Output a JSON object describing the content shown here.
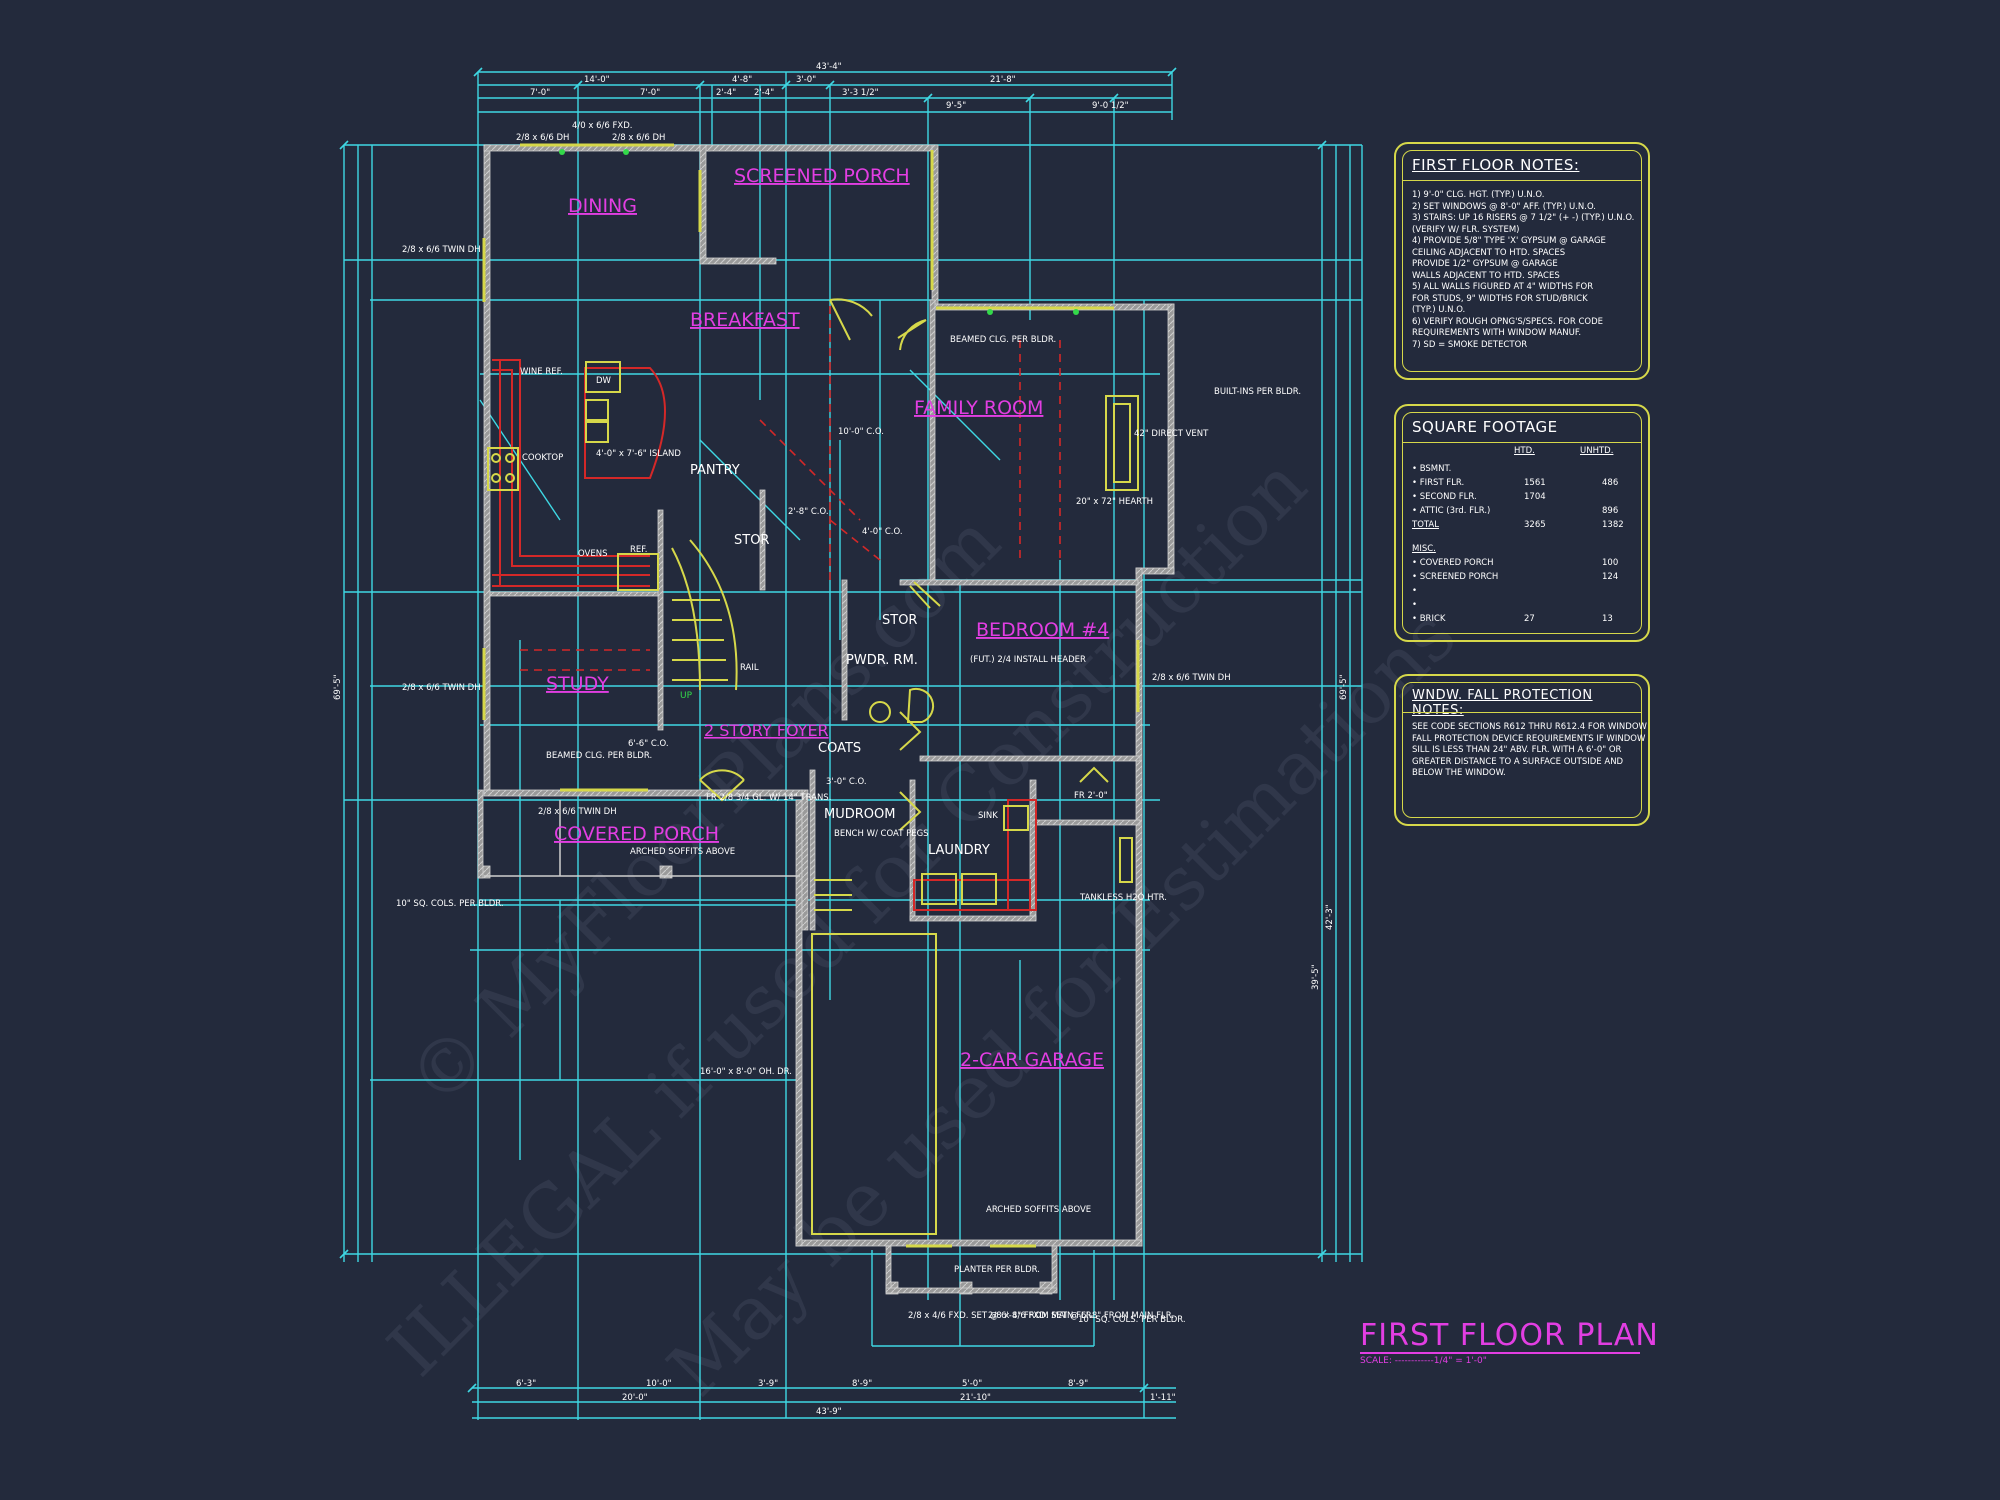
{
  "plan_title": "FIRST FLOOR PLAN",
  "scale_text": "SCALE: ------------1/4\" = 1'-0\"",
  "rooms": {
    "dining": "DINING",
    "screened_porch": "SCREENED PORCH",
    "breakfast": "BREAKFAST",
    "family_room": "FAMILY ROOM",
    "bedroom4": "BEDROOM #4",
    "study": "STUDY",
    "foyer": "2 STORY FOYER",
    "covered_porch": "COVERED PORCH",
    "mudroom": "MUDROOM",
    "laundry": "LAUNDRY",
    "garage": "2-CAR GARAGE",
    "pantry": "PANTRY",
    "stor1": "STOR",
    "stor2": "STOR",
    "pwdr": "PWDR. RM.",
    "coats": "COATS"
  },
  "labels": {
    "cooktop": "COOKTOP",
    "ovens": "OVENS",
    "ref": "REF.",
    "dw": "DW",
    "wine": "WINE REF.",
    "island": "4'-0\" x 7'-6\" ISLAND",
    "beamed_fam": "BEAMED CLG. PER BLDR.",
    "beamed_study": "BEAMED CLG. PER BLDR.",
    "builtins": "BUILT-INS PER BLDR.",
    "direct_vent": "42\" DIRECT VENT",
    "hearth": "20\" x 72\" HEARTH",
    "rail": "RAIL",
    "sink": "SINK",
    "tankless": "TANKLESS H2O HTR.",
    "bench": "BENCH W/ COAT PEGS",
    "arched1": "ARCHED SOFFITS ABOVE",
    "arched2": "ARCHED SOFFITS ABOVE",
    "planter": "PLANTER PER BLDR.",
    "cols1": "10\" SQ. COLS. PER BLDR.",
    "cols2": "10\" SQ. COLS. PER BLDR.",
    "garage_door": "16'-0\" x 8'-0\" OH. DR.",
    "twin_dh1": "2/8 x 6/6 TWIN DH",
    "twin_dh2": "2/8 x 6/6 TWIN DH",
    "twin_dh3": "2/8 x 6/6 TWIN DH",
    "twin_dh4": "2/8 x 6/6 TWIN DH",
    "fxd_top": "4/0 x 6/6 FXD.",
    "dh_top1": "2/8 x 6/6 DH",
    "dh_top2": "2/8 x 6/6 DH",
    "fxd_front1": "2/8 x 4/6 FXD. SET @ 6'-8\" FROM MAIN FLR.",
    "fxd_front2": "2/8 x 4/6 FXD. SET @ 6'-8\" FROM MAIN FLR.",
    "trans": "FR 2/8 3/4 GL. W/ 14\" TRANS.",
    "fut_install": "(FUT.) 2/4 INSTALL HEADER",
    "co1": "10'-0\" C.O.",
    "co2": "4'-0\" C.O.",
    "co3": "2'-8\" C.O.",
    "co4": "6'-6\" C.O.",
    "co5": "3'-0\" C.O.",
    "fr_door": "FR 2'-0\"",
    "up": "UP"
  },
  "dimensions": {
    "top_total": "43'-4\"",
    "top_a": "14'-0\"",
    "top_b": "4'-8\"",
    "top_c": "3'-0\"",
    "top_d": "21'-8\"",
    "top_e": "7'-0\"",
    "top_f": "7'-0\"",
    "top_g": "2'-4\"",
    "top_h": "2'-4\"",
    "top_i": "3'-3 1/2\"",
    "top_j": "9'-5\"",
    "top_k": "9'-0 1/2\"",
    "bottom_total": "43'-9\"",
    "bottom_a": "20'-0\"",
    "bottom_b": "21'-10\"",
    "bottom_c": "1'-11\"",
    "bottom_d": "6'-3\"",
    "bottom_e": "10'-0\"",
    "bottom_f": "3'-9\"",
    "bottom_g": "8'-9\"",
    "bottom_h": "5'-0\"",
    "bottom_i": "8'-9\"",
    "left_total": "69'-5\"",
    "right_total": "69'-5\"",
    "right_a": "39'-5\"",
    "right_b": "42'-3\""
  },
  "first_floor_notes": {
    "title": "FIRST FLOOR NOTES:",
    "lines": [
      "1) 9'-0\"  CLG. HGT. (TYP.) U.N.O.",
      "2) SET WINDOWS @ 8'-0\" AFF. (TYP.) U.N.O.",
      "3) STAIRS: UP 16 RISERS @ 7 1/2\" (+ -) (TYP.) U.N.O.",
      "    (VERIFY W/ FLR. SYSTEM)",
      "4) PROVIDE 5/8\" TYPE 'X' GYPSUM @ GARAGE",
      "    CEILING ADJACENT TO HTD. SPACES",
      "    PROVIDE 1/2\" GYPSUM @ GARAGE",
      "    WALLS ADJACENT TO HTD. SPACES",
      "5) ALL WALLS FIGURED AT 4\" WIDTHS FOR",
      "    FOR STUDS, 9\" WIDTHS FOR STUD/BRICK",
      "    (TYP.) U.N.O.",
      "6) VERIFY ROUGH OPNG'S/SPECS. FOR CODE",
      "    REQUIREMENTS WITH WINDOW MANUF.",
      "7) SD = SMOKE DETECTOR"
    ]
  },
  "square_footage": {
    "title": "SQUARE FOOTAGE",
    "col_htd": "HTD.",
    "col_unhtd": "UNHTD.",
    "rows": [
      {
        "label": "• BSMNT.",
        "htd": "",
        "unhtd": ""
      },
      {
        "label": "• FIRST FLR.",
        "htd": "1561",
        "unhtd": "486"
      },
      {
        "label": "• SECOND FLR.",
        "htd": "1704",
        "unhtd": ""
      },
      {
        "label": "• ATTIC (3rd. FLR.)",
        "htd": "",
        "unhtd": "896"
      },
      {
        "label": "TOTAL",
        "htd": "3265",
        "unhtd": "1382"
      },
      {
        "label": "MISC.",
        "htd": "",
        "unhtd": ""
      },
      {
        "label": "• COVERED PORCH",
        "htd": "",
        "unhtd": "100"
      },
      {
        "label": "• SCREENED PORCH",
        "htd": "",
        "unhtd": "124"
      },
      {
        "label": "•",
        "htd": "",
        "unhtd": ""
      },
      {
        "label": "•",
        "htd": "",
        "unhtd": ""
      },
      {
        "label": "• BRICK",
        "htd": "27",
        "unhtd": "13"
      }
    ]
  },
  "fall_protection": {
    "title": "WNDW. FALL PROTECTION NOTES:",
    "lines": [
      "SEE CODE SECTIONS R612 THRU R612.4 FOR WINDOW",
      "FALL PROTECTION DEVICE REQUIREMENTS IF WINDOW",
      "SILL IS LESS THAN 24\" ABV. FLR. WITH A 6'-0\" OR",
      "GREATER DISTANCE TO A SURFACE OUTSIDE AND",
      "BELOW THE WINDOW."
    ]
  },
  "watermark": {
    "line1": "© MyFloorPlans.com",
    "line2": "ILLEGAL if used for Construction",
    "line3": "May be used for Estimations"
  },
  "colors": {
    "background": "#232a3c",
    "dimension": "#3fd7e3",
    "wall": "#9a9a9a",
    "room_label": "#e23ee2",
    "window_door": "#d6d84a",
    "text": "#ffffff",
    "cabinet": "#d42828",
    "green": "#33d94a"
  }
}
